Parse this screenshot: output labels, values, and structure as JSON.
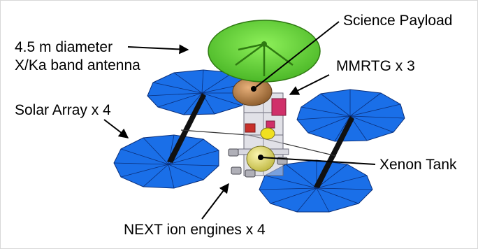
{
  "labels": {
    "antenna_line1": "4.5 m diameter",
    "antenna_line2": "X/Ka band antenna",
    "science_payload": "Science Payload",
    "mmrtg": "MMRTG x 3",
    "solar_array": "Solar Array x 4",
    "xenon_tank": "Xenon Tank",
    "next_engines": "NEXT ion engines x 4"
  },
  "colors": {
    "solar_panel": "#1a6fe8",
    "solar_panel_edge": "#0a2f7a",
    "antenna": "#6ed83a",
    "antenna_edge": "#2f7a12",
    "payload": "#c88a4a",
    "xenon_tank": "#e8e070",
    "mmrtg": "#d0306a",
    "bus": "#c8c8d4"
  }
}
